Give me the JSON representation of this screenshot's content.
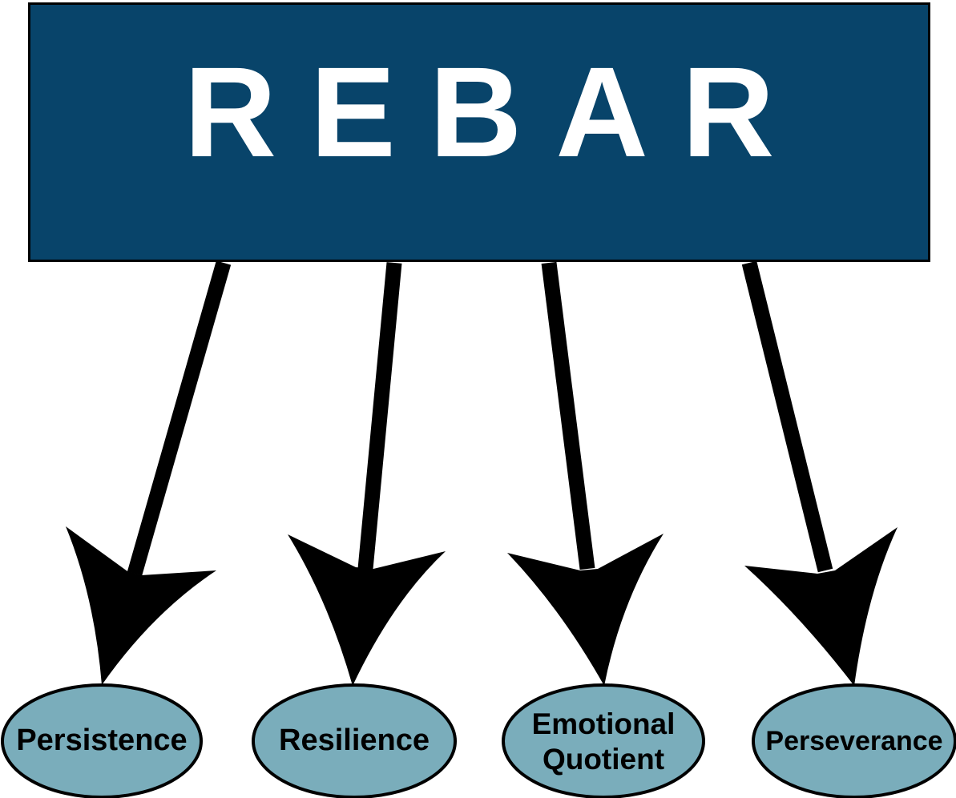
{
  "title": "REBAR",
  "colors": {
    "title_fill": "#08446a",
    "title_text": "#ffffff",
    "node_fill": "#7aadbb",
    "stroke": "#000000"
  },
  "nodes": [
    {
      "id": "persistence",
      "label": "Persistence"
    },
    {
      "id": "resilience",
      "label": "Resilience"
    },
    {
      "id": "emotional-quotient",
      "label": "Emotional Quotient",
      "lines": [
        "Emotional",
        "Quotient"
      ]
    },
    {
      "id": "perseverance",
      "label": "Perseverance"
    }
  ],
  "edges": [
    {
      "from": "title",
      "to": "persistence"
    },
    {
      "from": "title",
      "to": "resilience"
    },
    {
      "from": "title",
      "to": "emotional-quotient"
    },
    {
      "from": "title",
      "to": "perseverance"
    }
  ]
}
